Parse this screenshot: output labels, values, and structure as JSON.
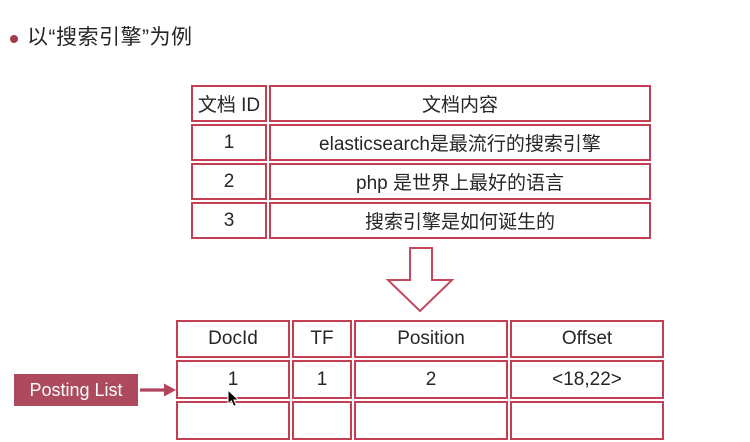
{
  "slide": {
    "title": {
      "bullet_glyph": "•",
      "text": "以“搜索引擎”为例"
    },
    "doc_table": {
      "headers": [
        "文档 ID",
        "文档内容"
      ],
      "rows": [
        [
          "1",
          "elasticsearch是最流行的搜索引擎"
        ],
        [
          "2",
          "php 是世界上最好的语言"
        ],
        [
          "3",
          "搜索引擎是如何诞生的"
        ]
      ]
    },
    "posting_table": {
      "headers": [
        "DocId",
        "TF",
        "Position",
        "Offset"
      ],
      "rows": [
        [
          "1",
          "1",
          "2",
          "<18,22>"
        ]
      ],
      "partial_row_visible": true
    },
    "posting_label": {
      "text": "Posting List"
    },
    "icons": {
      "down_arrow": "down-block-arrow-icon",
      "right_arrow": "right-arrow-icon",
      "cursor": "mouse-cursor-arrow"
    },
    "colors": {
      "table_border": "#c43f54",
      "label_background": "#ae4a5e",
      "bullet": "#a63a48",
      "text": "#262626"
    }
  }
}
